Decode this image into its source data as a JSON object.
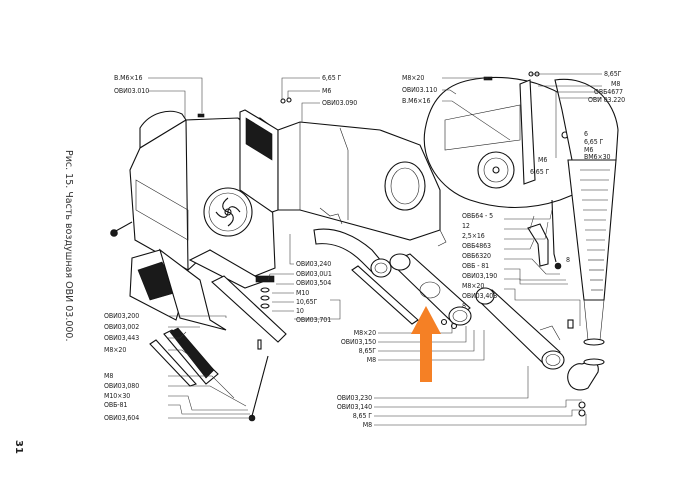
{
  "figure": {
    "caption": "Рис. 15. Часть воздушная ОВИ 03.000.",
    "page_number": "31",
    "highlight_arrow": {
      "icon": "arrow-up-icon",
      "color": "#F58025",
      "points_to": "ОВИ03.150"
    }
  },
  "labels": {
    "top_left": [
      "В.М6×16",
      "ОВИ03.010"
    ],
    "top_center": [
      "6,65 Г",
      "М6",
      "ОВИ03.090"
    ],
    "top_fan": [
      "М8×20",
      "ОВИ03.110",
      "В.М6×16"
    ],
    "top_right": [
      "8,65Г",
      "М8",
      "ОВБ4677",
      "ОВИ 03.220"
    ],
    "fan_side": [
      "6",
      "6,65 Г",
      "М6",
      "ВМ6×30",
      "М6",
      "6,65 Г"
    ],
    "right_column": [
      "ОВБ64 - 5",
      "12",
      "2,5×16",
      "ОВБ4863",
      "ОВБ6320",
      "ОВБ - 81",
      "ОВИ03,190",
      "М8×20",
      "ОВИ03,403",
      "8"
    ],
    "bracket_8": "8",
    "center": [
      "ОВИ03,240",
      "ОВИ03,0U1",
      "ОВИ03,504",
      "М10",
      "10,65Г",
      "10",
      "ОВИ03,701"
    ],
    "pipe": [
      "М8×20",
      "ОВИ03,150",
      "8,65Г",
      "М8"
    ],
    "left_bottom": [
      "ОВИ03,200",
      "ОВИ03,002",
      "ОВИ03,443",
      "М8×20",
      "М8",
      "ОВИ03,080",
      "М10×30",
      "ОВБ-81",
      "ОВИ03,604"
    ],
    "bottom": [
      "ОВИ03,230",
      "ОВИ03,140",
      "8,65 Г",
      "М8"
    ]
  }
}
